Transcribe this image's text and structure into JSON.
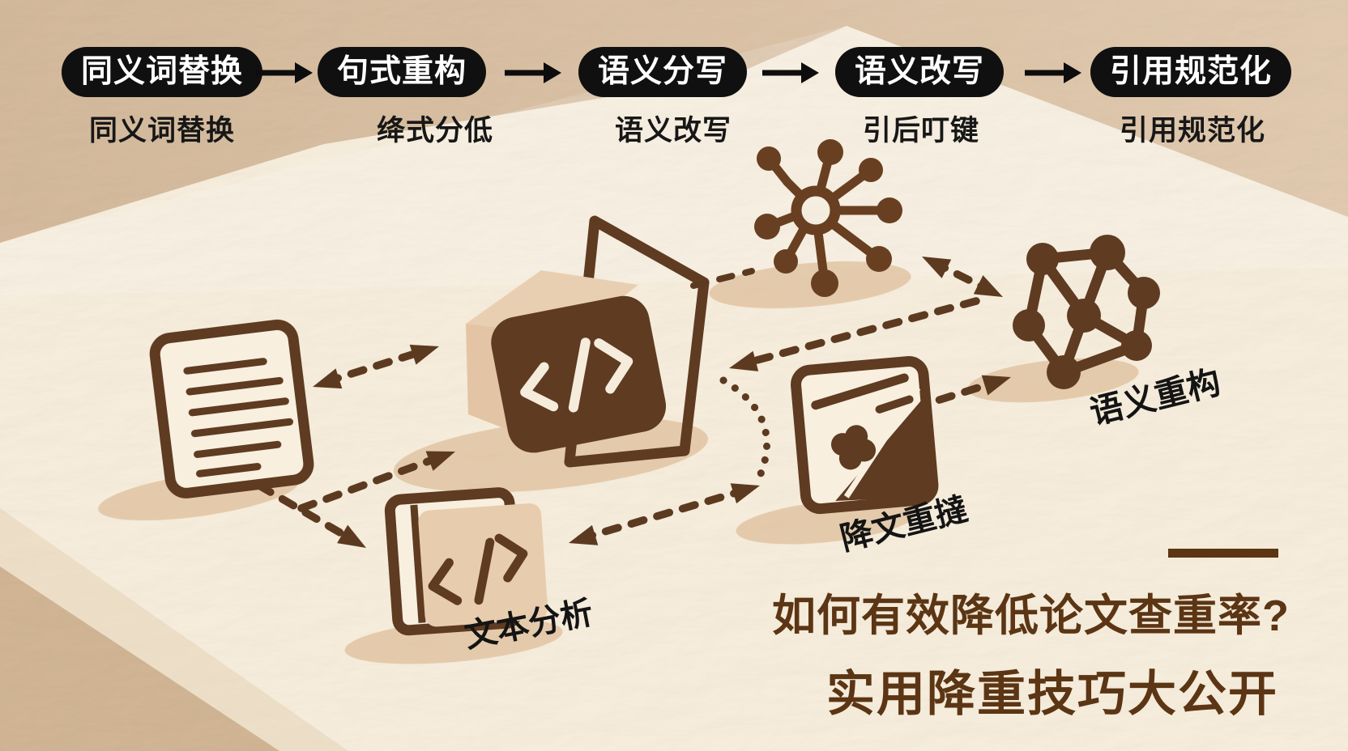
{
  "flow": {
    "steps": [
      {
        "pill": "同义词替换",
        "caption": "同义词替换"
      },
      {
        "pill": "句式重构",
        "caption": "绛式分低"
      },
      {
        "pill": "语义分写",
        "caption": "语义改写"
      },
      {
        "pill": "语义改写",
        "caption": "引后叮键"
      },
      {
        "pill": "引用规范化",
        "caption": "引用规范化"
      }
    ]
  },
  "diagram": {
    "labels": {
      "text_analysis": "文本分析",
      "doc_dedup": "降文重撻",
      "semantic_restructure": "语义重构"
    },
    "icons": [
      "document-icon",
      "code-box-icon",
      "network-hub-icon",
      "graph-nodes-icon",
      "paper-fold-icon",
      "code-book-icon",
      "dashed-arrow"
    ]
  },
  "title": {
    "line1": "如何有效降低论文查重率?",
    "line2": "实用降重技巧大公开"
  },
  "colors": {
    "background_tan": "#d8bfa2",
    "surface_cream": "#f7eedd",
    "edge_cream": "#efe1c9",
    "floor_tan": "#d2b695",
    "ink_dark_brown": "#5e3b21",
    "shadow_tan": "#d9b58c",
    "pill_black": "#101010",
    "pill_text": "#ffffff",
    "caption_black": "#171717",
    "title_brown": "#5b3514"
  }
}
